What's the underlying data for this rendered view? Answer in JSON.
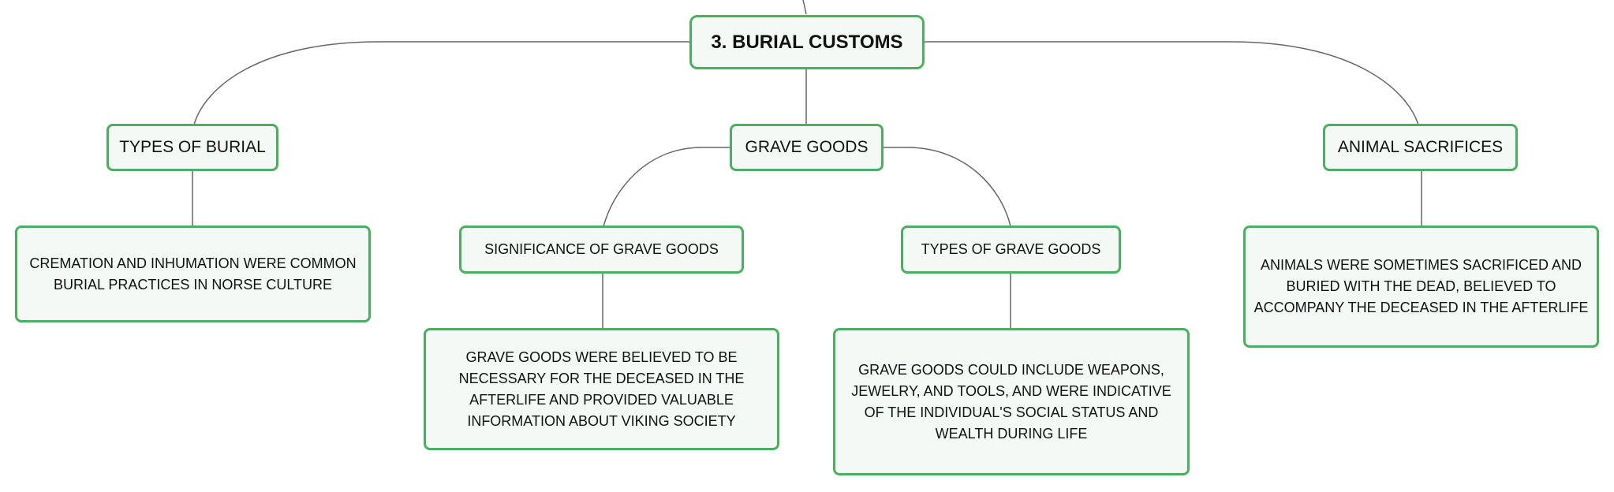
{
  "root": {
    "label": "3. BURIAL CUSTOMS"
  },
  "branches": {
    "types_of_burial": {
      "label": "TYPES OF BURIAL",
      "detail": "CREMATION AND INHUMATION WERE COMMON BURIAL PRACTICES IN NORSE CULTURE"
    },
    "grave_goods": {
      "label": "GRAVE GOODS",
      "significance": {
        "label": "SIGNIFICANCE OF GRAVE GOODS",
        "detail": "GRAVE GOODS WERE BELIEVED TO BE NECESSARY FOR THE DECEASED IN THE AFTERLIFE AND PROVIDED VALUABLE INFORMATION ABOUT VIKING SOCIETY"
      },
      "types": {
        "label": "TYPES OF GRAVE GOODS",
        "detail": "GRAVE GOODS COULD INCLUDE WEAPONS, JEWELRY, AND TOOLS, AND WERE INDICATIVE OF THE INDIVIDUAL'S SOCIAL STATUS AND WEALTH DURING LIFE"
      }
    },
    "animal_sacrifices": {
      "label": "ANIMAL SACRIFICES",
      "detail": "ANIMALS WERE SOMETIMES SACRIFICED AND BURIED WITH THE DEAD, BELIEVED TO ACCOMPANY THE DECEASED IN THE AFTERLIFE"
    }
  },
  "colors": {
    "node_border": "#4caf5f",
    "node_fill": "#f3faf5",
    "connector": "#666666"
  }
}
